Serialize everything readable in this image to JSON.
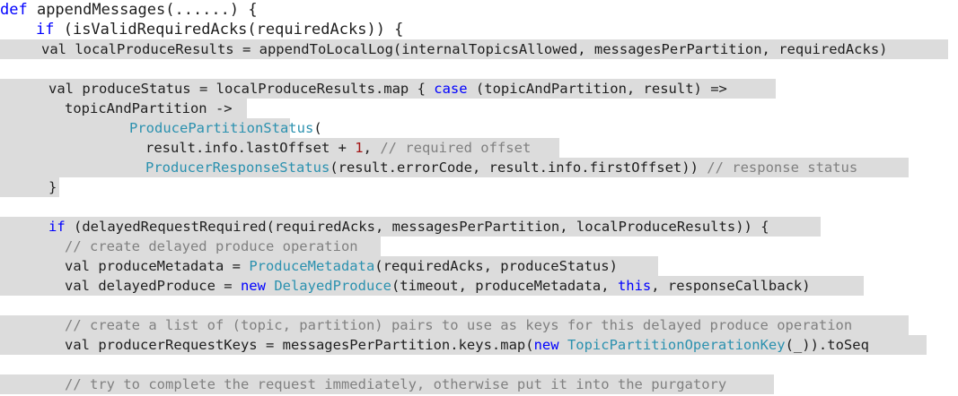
{
  "code_lines": [
    {
      "tokens": [
        [
          "kw",
          "def"
        ],
        [
          "plain",
          " appendMessages(......) {"
        ]
      ]
    },
    {
      "tokens": [
        [
          "kw",
          "if"
        ],
        [
          "plain",
          " (isValidRequiredAcks(requiredAcks)) {"
        ]
      ]
    },
    {
      "tokens": [
        [
          "plain",
          "val localProduceResults = appendToLocalLog(internalTopicsAllowed, messagesPerPartition, requiredAcks)"
        ]
      ]
    },
    {
      "tokens": []
    },
    {
      "tokens": [
        [
          "plain",
          "val produceStatus = localProduceResults.map { "
        ],
        [
          "kw",
          "case"
        ],
        [
          "plain",
          " (topicAndPartition, result) =>"
        ]
      ]
    },
    {
      "tokens": [
        [
          "plain",
          "topicAndPartition ->"
        ]
      ]
    },
    {
      "tokens": [
        [
          "type",
          "ProducePartitionStatus"
        ],
        [
          "plain",
          "("
        ]
      ]
    },
    {
      "tokens": [
        [
          "plain",
          "result.info.lastOffset + "
        ],
        [
          "num",
          "1"
        ],
        [
          "plain",
          ", "
        ],
        [
          "com",
          "// required offset"
        ]
      ]
    },
    {
      "tokens": [
        [
          "type",
          "ProducerResponseStatus"
        ],
        [
          "plain",
          "(result.errorCode, result.info.firstOffset)) "
        ],
        [
          "com",
          "// response status"
        ]
      ]
    },
    {
      "tokens": [
        [
          "plain",
          "}"
        ]
      ]
    },
    {
      "tokens": []
    },
    {
      "tokens": [
        [
          "kw",
          "if"
        ],
        [
          "plain",
          " (delayedRequestRequired(requiredAcks, messagesPerPartition, localProduceResults)) {"
        ]
      ]
    },
    {
      "tokens": [
        [
          "com",
          "// create delayed produce operation"
        ]
      ]
    },
    {
      "tokens": [
        [
          "plain",
          "val produceMetadata = "
        ],
        [
          "type",
          "ProduceMetadata"
        ],
        [
          "plain",
          "(requiredAcks, produceStatus)"
        ]
      ]
    },
    {
      "tokens": [
        [
          "plain",
          "val delayedProduce = "
        ],
        [
          "kw",
          "new"
        ],
        [
          "plain",
          " "
        ],
        [
          "type",
          "DelayedProduce"
        ],
        [
          "plain",
          "(timeout, produceMetadata, "
        ],
        [
          "kw",
          "this"
        ],
        [
          "plain",
          ", responseCallback)"
        ]
      ]
    },
    {
      "tokens": []
    },
    {
      "tokens": [
        [
          "com",
          "// create a list of (topic, partition) pairs to use as keys for this delayed produce operation"
        ]
      ]
    },
    {
      "tokens": [
        [
          "plain",
          "val producerRequestKeys = messagesPerPartition.keys.map("
        ],
        [
          "kw",
          "new"
        ],
        [
          "plain",
          " "
        ],
        [
          "type",
          "TopicPartitionOperationKey"
        ],
        [
          "plain",
          "(_)).toSeq"
        ]
      ]
    },
    {
      "tokens": []
    },
    {
      "tokens": [
        [
          "com",
          "// try to complete the request immediately, otherwise put it into the purgatory"
        ]
      ]
    }
  ],
  "colors": {
    "keyword": "#0000ff",
    "type": "#2b91af",
    "number": "#a31515",
    "comment": "#808080",
    "text": "#1e1e1e",
    "highlight": "#dcdcdc"
  }
}
